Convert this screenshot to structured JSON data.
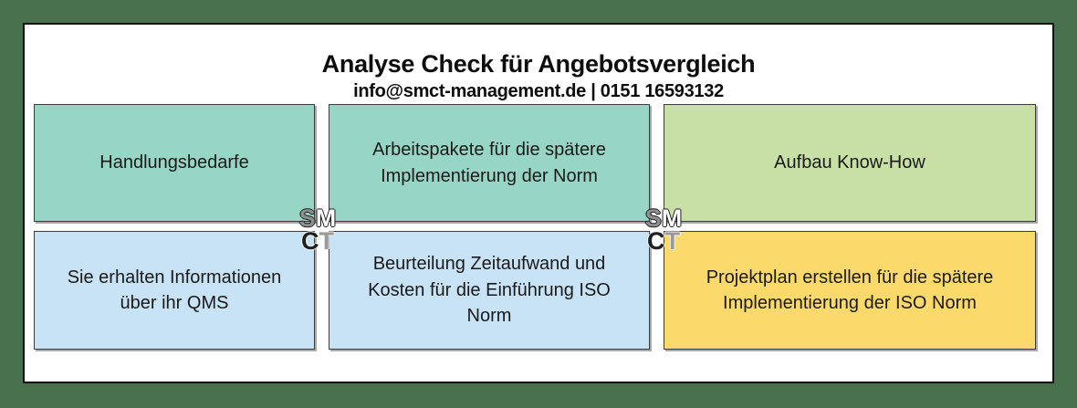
{
  "header": {
    "title": "Analyse Check für Angebotsvergleich",
    "subtitle": "info@smct-management.de | 0151 16593132"
  },
  "boxes": [
    {
      "label": "Handlungsbedarfe",
      "color": "#97D5C5"
    },
    {
      "label": "Arbeitspakete für die spätere Implementierung der Norm",
      "color": "#97D5C5"
    },
    {
      "label": "Aufbau Know-How",
      "color": "#C8E0A6"
    },
    {
      "label": "Sie erhalten Informationen über ihr QMS",
      "color": "#C8E3F5"
    },
    {
      "label": "Beurteilung Zeitaufwand und Kosten für die Einführung ISO Norm",
      "color": "#C8E3F5"
    },
    {
      "label": "Projektplan erstellen für die spätere Implementierung der ISO Norm",
      "color": "#FBD96B"
    }
  ],
  "logo": {
    "s": "S",
    "m": "M",
    "c": "C",
    "t": "T"
  },
  "colors": {
    "page_background": "#47704D",
    "canvas_background": "#FFFFFF",
    "canvas_border": "#121212",
    "box_border": "#3C3C3C",
    "text": "#1A1A1A"
  }
}
